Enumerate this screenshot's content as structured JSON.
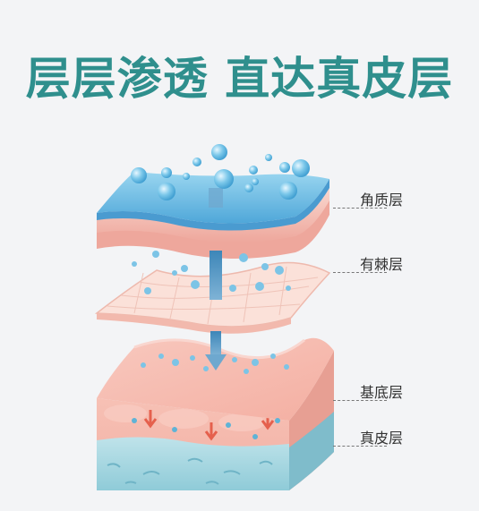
{
  "headline": "层层渗透 直达真皮层",
  "layers": [
    {
      "label": "角质层"
    },
    {
      "label": "有棘层"
    },
    {
      "label": "基底层"
    },
    {
      "label": "真皮层"
    }
  ],
  "colors": {
    "headline": "#2f8f8d",
    "stratum_corneum": "#7cc4e6",
    "skin_pink": "#f6c9c1",
    "dermis": "#a9d9e2",
    "droplet": "#5fb3d6"
  }
}
